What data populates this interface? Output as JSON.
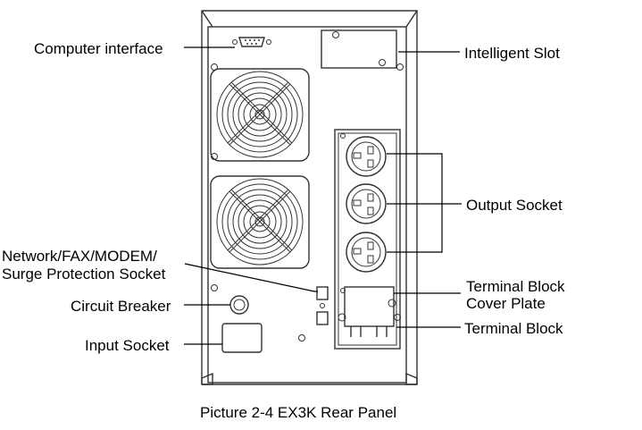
{
  "labels": {
    "computer_interface": "Computer interface",
    "intelligent_slot": "Intelligent Slot",
    "output_socket": "Output Socket",
    "network_line1": "Network/FAX/MODEM/",
    "network_line2": "Surge Protection Socket",
    "circuit_breaker": "Circuit Breaker",
    "input_socket": "Input Socket",
    "terminal_cover_line1": "Terminal Block",
    "terminal_cover_line2": "Cover Plate",
    "terminal_block": "Terminal Block"
  },
  "caption": "Picture 2-4 EX3K Rear Panel"
}
